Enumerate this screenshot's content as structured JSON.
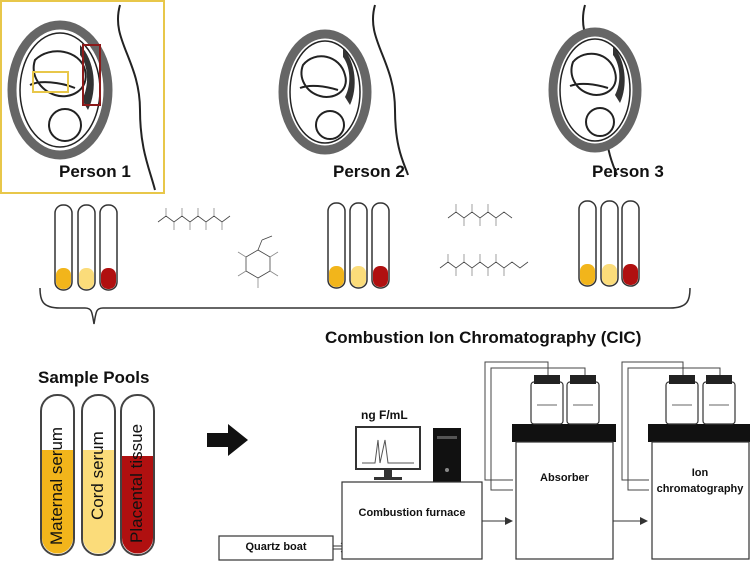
{
  "persons": [
    {
      "label": "Person 1",
      "highlighted": true
    },
    {
      "label": "Person 2",
      "highlighted": false
    },
    {
      "label": "Person 3",
      "highlighted": false
    }
  ],
  "tube_colors": {
    "maternal_serum": "#f2b51b",
    "cord_serum": "#fbdc7a",
    "placental_tissue": "#b01010"
  },
  "highlight_color": "#e8c74a",
  "cic_title": "Combustion Ion Chromatography (CIC)",
  "sample_pools": {
    "title": "Sample Pools",
    "tubes": [
      "Maternal serum",
      "Cord serum",
      "Placental tissue"
    ]
  },
  "instrument": {
    "monitor_label": "ng F/mL",
    "quartz_boat": "Quartz boat",
    "combustion_furnace": "Combustion furnace",
    "absorber": "Absorber",
    "ion_chromatography": "Ion chromatography"
  }
}
